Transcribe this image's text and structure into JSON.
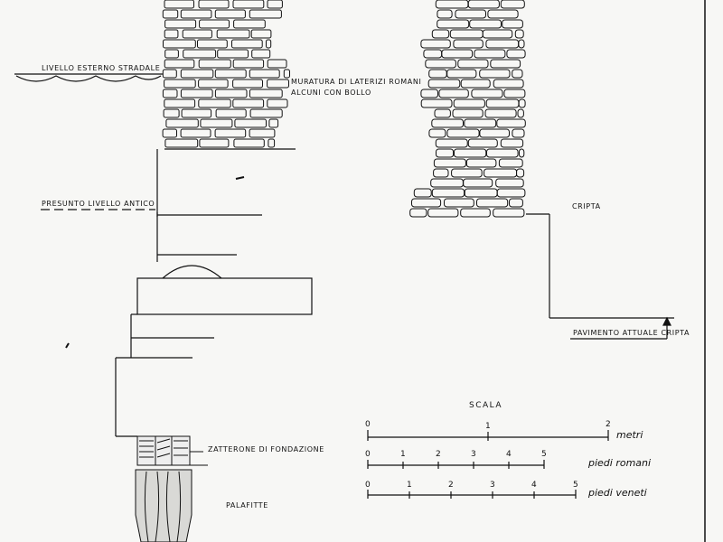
{
  "labels": {
    "street_level": "LIVELLO ESTERNO STRADALE",
    "masonry_line1": "MURATURA DI LATERIZI ROMANI",
    "masonry_line2": "ALCUNI CON BOLLO",
    "ancient_level": "PRESUNTO LIVELLO ANTICO",
    "crypt": "CRIPTA",
    "crypt_floor": "PAVIMENTO ATTUALE CRIPTA",
    "raft": "ZATTERONE DI FONDAZIONE",
    "piles": "PALAFITTE"
  },
  "scale": {
    "title": "SCALA",
    "bars": [
      {
        "unit": "metri",
        "ticks": [
          "0",
          "1",
          "2"
        ]
      },
      {
        "unit": "piedi romani",
        "ticks": [
          "0",
          "1",
          "2",
          "3",
          "4",
          "5"
        ]
      },
      {
        "unit": "piedi veneti",
        "ticks": [
          "0",
          "1",
          "2",
          "3",
          "4",
          "5"
        ]
      }
    ]
  },
  "colors": {
    "ink": "#111111",
    "paper": "#f7f7f5"
  }
}
